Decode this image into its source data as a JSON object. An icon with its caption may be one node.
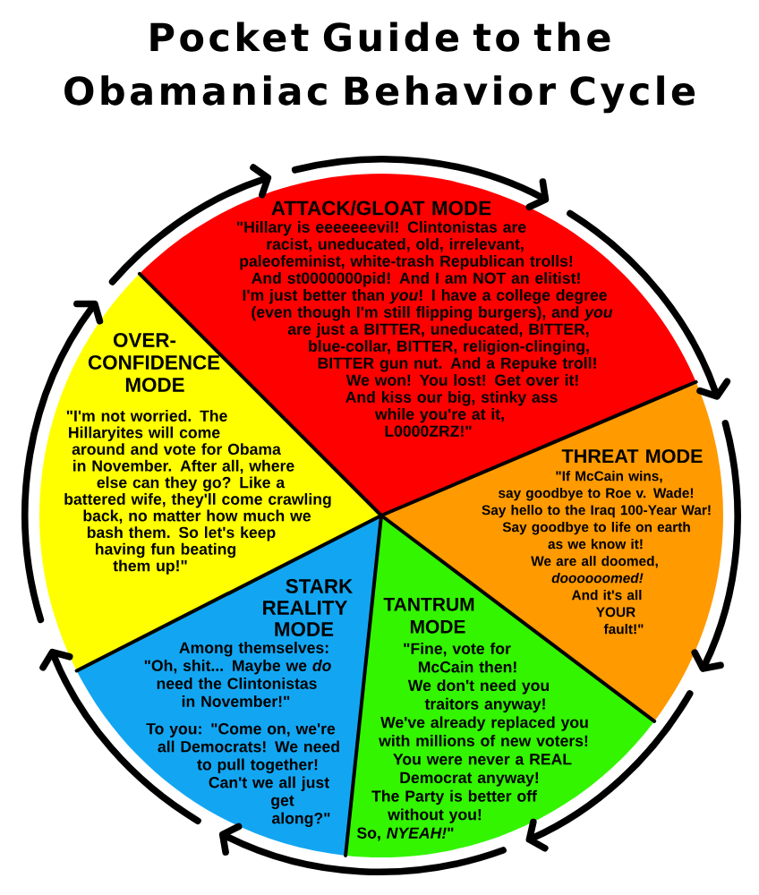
{
  "diagram": {
    "title": "Pocket Guide to the Obamaniac Behavior Cycle",
    "nodes": [
      {
        "text": [
          "ATTACK/GLOAT MODE",
          "\"Hillary is eeeeeeevil! Clintonistas are racist, uneducated, old, irrelevant, paleofeminist, white-trash Republican trolls! And st0000000pid! And I am NOT an elitist! I'm just better than *you*! I have a college degree (even though I'm still flipping burgers), and *you* are just a BITTER, uneducated, BITTER, blue-collar, BITTER, religion-clinging, BITTER gun nut. And a Repuke troll! We won! You lost! Get over it! And kiss our big, stinky ass while you're at it, L0000ZRZ!\""
        ]
      },
      {
        "text": [
          "THREAT MODE",
          "\"If McCain wins, say goodbye to Roe v. Wade! Say hello to the Iraq 100-Year War! Say goodbye to life on earth as we know it! We are all doomed, *doooooomed!* And it's all YOUR fault!\""
        ]
      },
      {
        "text": [
          "TANTRUM MODE",
          "\"Fine, vote for McCain then! We don't need you traitors anyway! We've already replaced you with millions of new voters! You were never a REAL Democrat anyway! The Party is better off without you! So, *NYEAH!*\""
        ]
      },
      {
        "text": [
          "STARK REALITY MODE",
          "Among themselves: \"Oh, shit... Maybe we *do* need the Clintonistas in November!\"",
          "To you: \"Come on, we're all Democrats! We need to pull together! Can't we all just get along?\""
        ]
      },
      {
        "text": [
          "OVER-CONFIDENCE MODE",
          "\"I'm not worried. The Hillaryites will come around and vote for Obama in November. After all, where else can they go? Like a battered wife, they'll come crawling back, no matter how much we bash them. So let's keep having fun beating them up!\""
        ]
      }
    ],
    "edges": [
      {
        "from": 0,
        "to": 1,
        "arrow": "to"
      },
      {
        "from": 1,
        "to": 2,
        "arrow": "to"
      },
      {
        "from": 2,
        "to": 3,
        "arrow": "to"
      },
      {
        "from": 3,
        "to": 4,
        "arrow": "to"
      },
      {
        "from": 4,
        "to": 0,
        "arrow": "to"
      }
    ]
  }
}
